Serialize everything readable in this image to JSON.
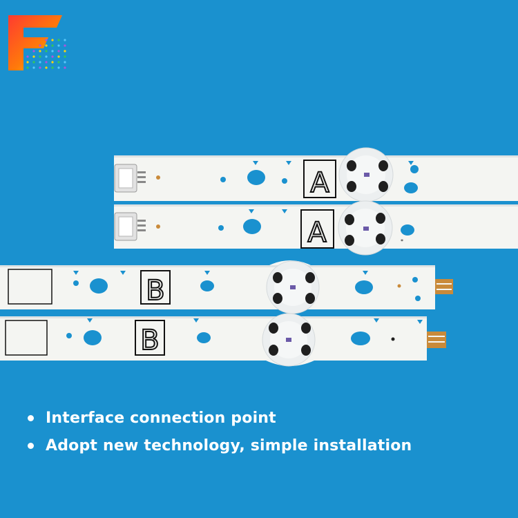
{
  "colors": {
    "background": "#1a91cf",
    "strip": "#f4f5f2",
    "lens": "#ecefef",
    "led": "#1f1f1f",
    "logo_gradient": [
      "#ff3b30",
      "#ff9f0a",
      "#ffd60a"
    ],
    "dot_pattern": [
      "#ffd60a",
      "#34c759",
      "#5ac8fa",
      "#af52de"
    ]
  },
  "logo": {
    "icon": "f-logo-icon"
  },
  "strips": [
    {
      "label": "A",
      "icon": "connector-icon"
    },
    {
      "label": "A",
      "icon": "connector-icon"
    },
    {
      "label": "B",
      "icon": "flex-cable-icon"
    },
    {
      "label": "B",
      "icon": "flex-cable-icon"
    }
  ],
  "bullets": [
    {
      "text": "Interface connection point"
    },
    {
      "text": "Adopt new technology, simple installation"
    }
  ]
}
